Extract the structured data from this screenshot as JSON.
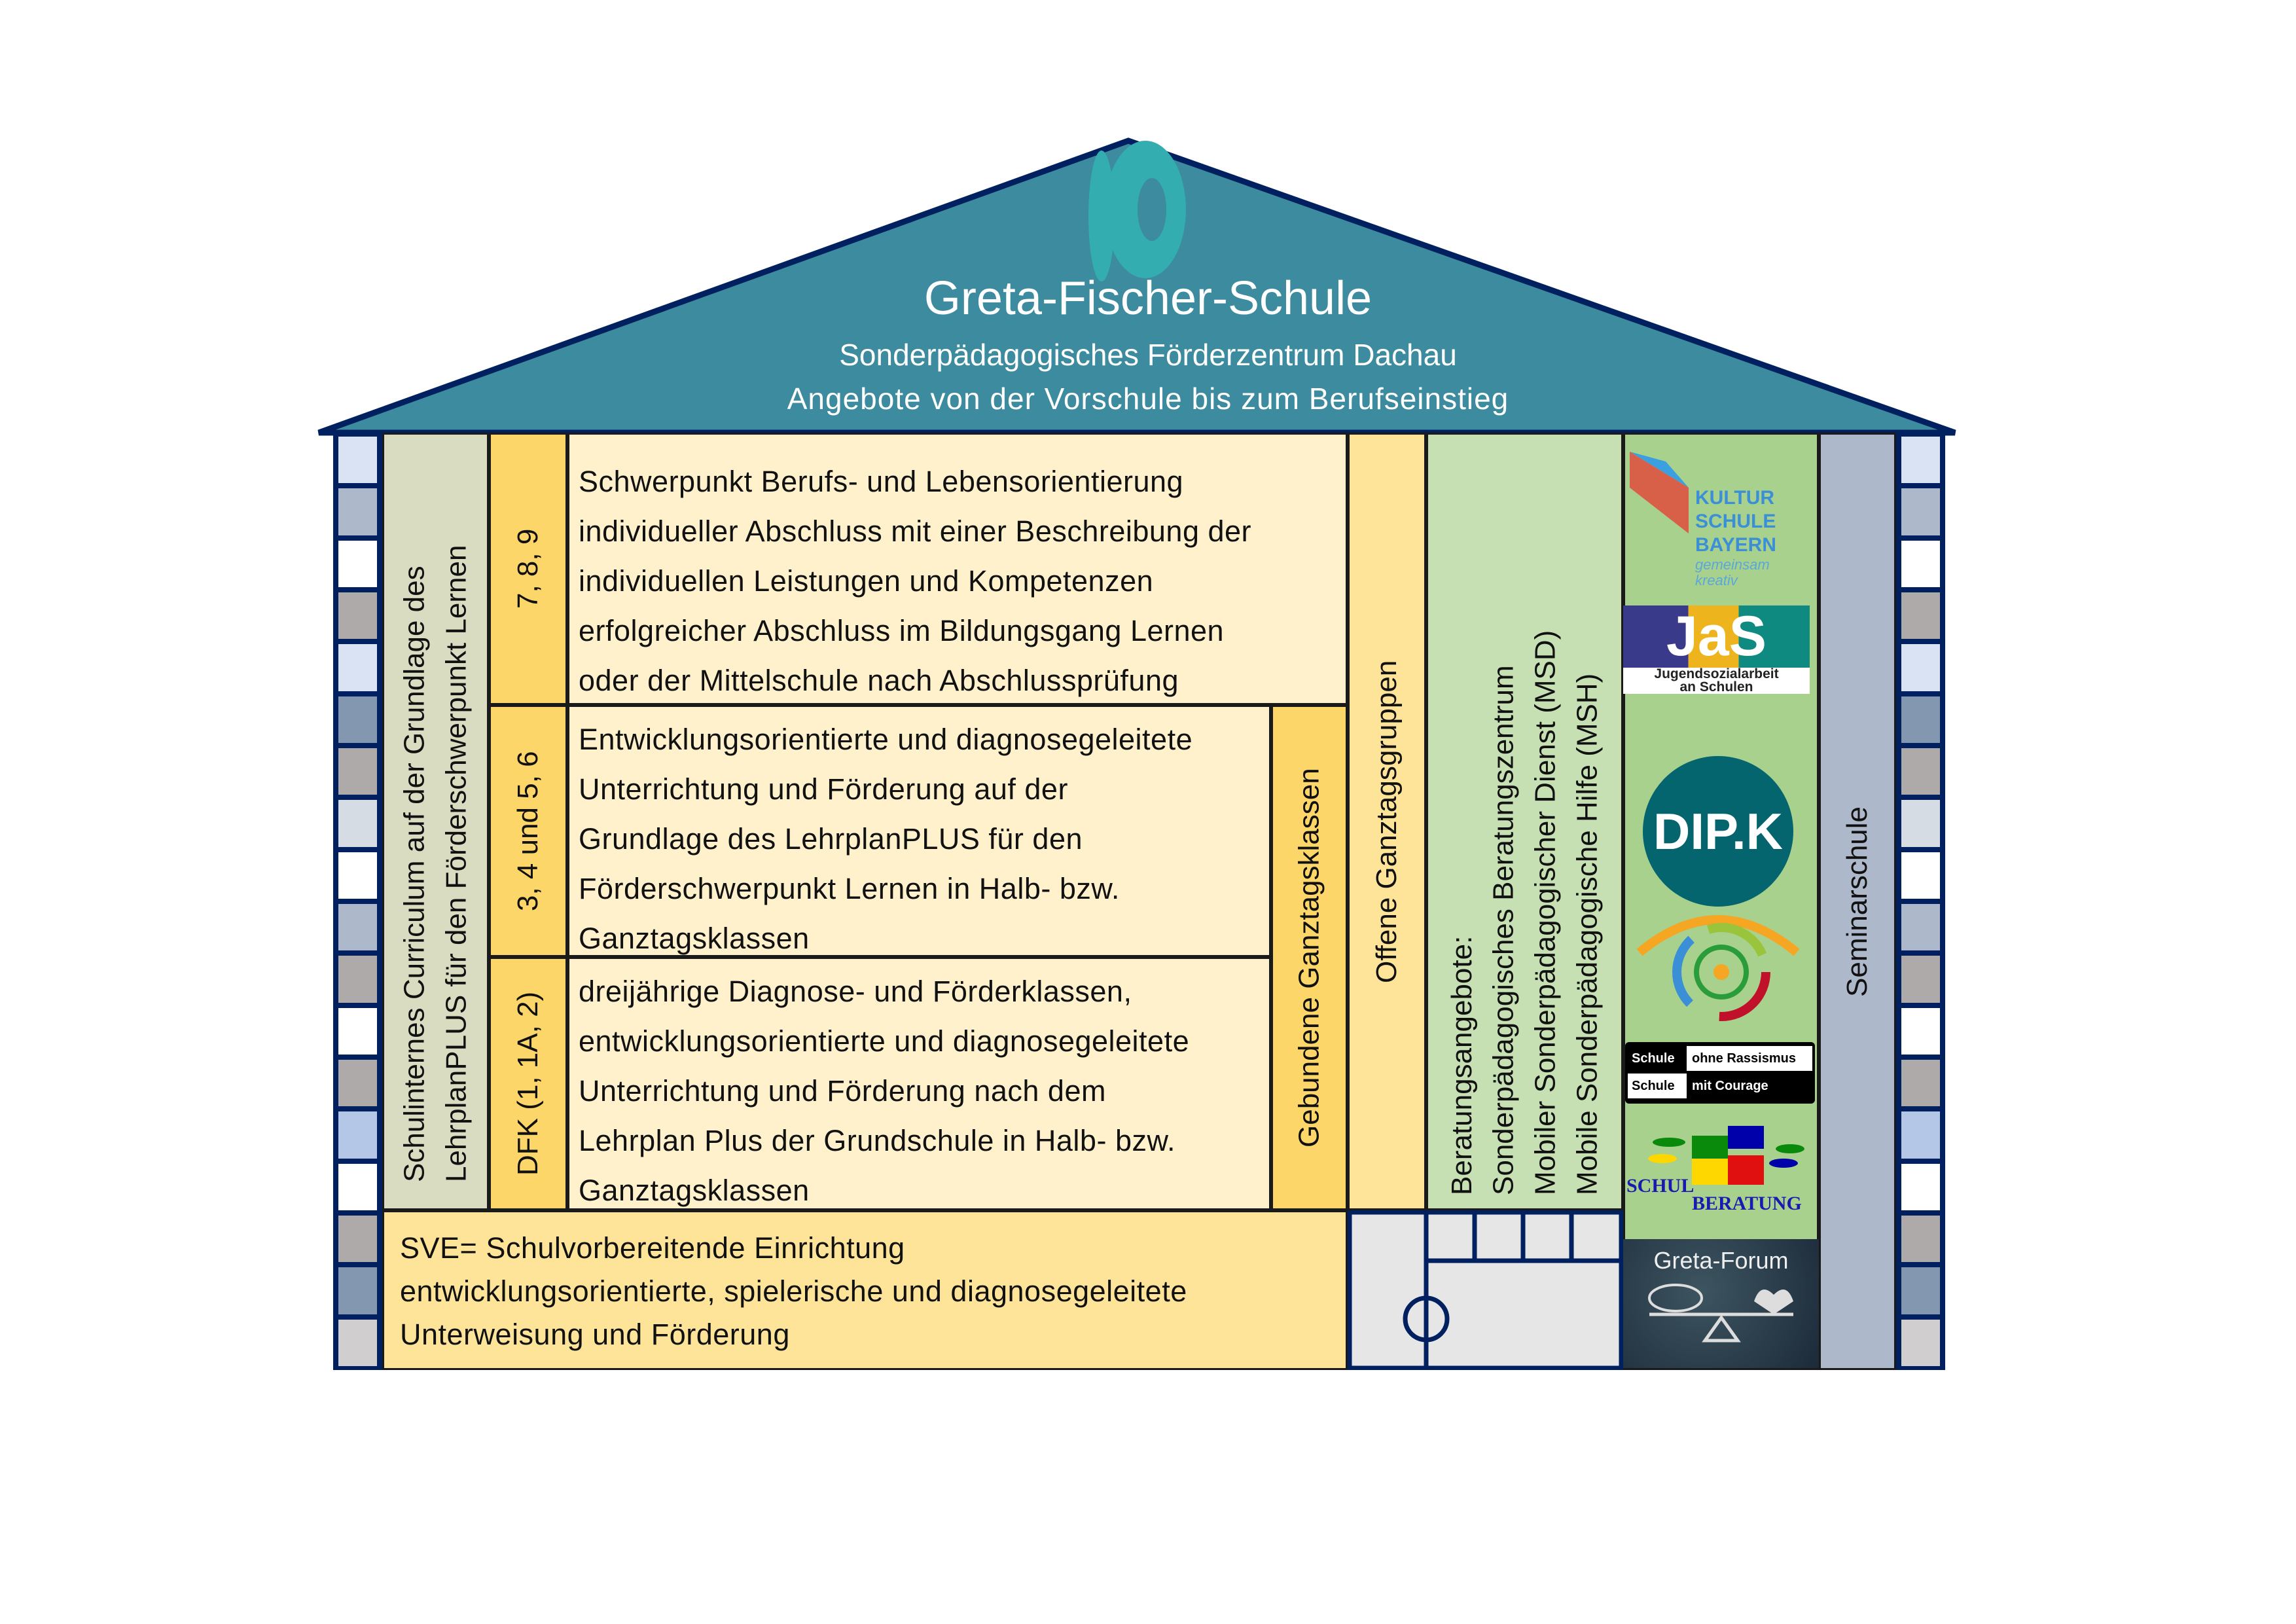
{
  "header": {
    "title": "Greta-Fischer-Schule",
    "subtitle": "Sonderpädagogisches Förderzentrum Dachau",
    "tagline": "Angebote von der Vorschule bis zum Berufseinstieg",
    "logo_icon": "school-logo-icon"
  },
  "columns": {
    "curriculum_line1": "Schulinternes Curriculum auf der Grundlage des",
    "curriculum_line2": "LehrplanPLUS für den Förderschwerpunkt Lernen",
    "gebundene": "Gebundene Ganztagsklassen",
    "offene": "Offene Ganztagsgruppen",
    "beratung": [
      "Beratungsangebote:",
      "Sonderpädagogisches Beratungszentrum",
      "Mobiler Sonderpädagogischer Dienst (MSD)",
      "Mobile Sonderpädagogische Hilfe (MSH)"
    ],
    "seminar": "Seminarschule"
  },
  "rows": [
    {
      "grades": "7, 8, 9",
      "lines": [
        "Schwerpunkt Berufs- und Lebensorientierung",
        "individueller Abschluss mit einer Beschreibung der",
        "individuellen Leistungen und Kompetenzen",
        "erfolgreicher Abschluss im Bildungsgang Lernen",
        "oder der Mittelschule nach Abschlussprüfung"
      ]
    },
    {
      "grades": "3, 4 und 5, 6",
      "lines": [
        "Entwicklungsorientierte und diagnosegeleitete",
        "Unterrichtung und Förderung auf der",
        "Grundlage des LehrplanPLUS für den",
        "Förderschwerpunkt Lernen in Halb- bzw.",
        "Ganztagsklassen"
      ]
    },
    {
      "grades": "DFK (1, 1A, 2)",
      "lines": [
        "dreijährige Diagnose- und Förderklassen,",
        "entwicklungsorientierte und diagnosegeleitete",
        "Unterrichtung und Förderung nach dem",
        "Lehrplan Plus der Grundschule in Halb- bzw.",
        "Ganztagsklassen"
      ]
    }
  ],
  "sve": {
    "lines": [
      "SVE= Schulvorbereitende Einrichtung",
      "entwicklungsorientierte, spielerische und diagnosegeleitete",
      "Unterweisung und Förderung"
    ]
  },
  "logos": {
    "kultur": [
      "KULTUR",
      "SCHULE",
      "BAYERN",
      "gemeinsam",
      "kreativ"
    ],
    "jas": {
      "word": "JaS",
      "sub1": "Jugendsozialarbeit",
      "sub2": "an Schulen"
    },
    "dipk": "DIP.K",
    "sor": [
      [
        "Schule",
        "ohne Rassismus"
      ],
      [
        "Schule",
        "mit Courage"
      ]
    ],
    "schulberatung": [
      "SCHUL",
      "BERATUNG"
    ],
    "forum": "Greta-Forum"
  },
  "colors": {
    "roof": "#3d8b9e",
    "outline": "#002060",
    "row_bg": "#fef1cc",
    "grade_bg": "#fdd66a",
    "sve_bg": "#fee499",
    "beratung_bg": "#c6e0b4",
    "logo_bg": "#a9d18e",
    "seminar_bg": "#adb9ca"
  },
  "windows": [
    "#dae3f3",
    "#adb9ca",
    "#ffffff",
    "#aeaaaa",
    "#dae3f3",
    "#8497b0",
    "#aeaaaa",
    "#d6dce4",
    "#ffffff",
    "#adb9ca",
    "#aeaaaa",
    "#ffffff",
    "#aeaaaa",
    "#b4c7e7",
    "#ffffff",
    "#aeaaaa",
    "#8497b0",
    "#d0cece"
  ]
}
